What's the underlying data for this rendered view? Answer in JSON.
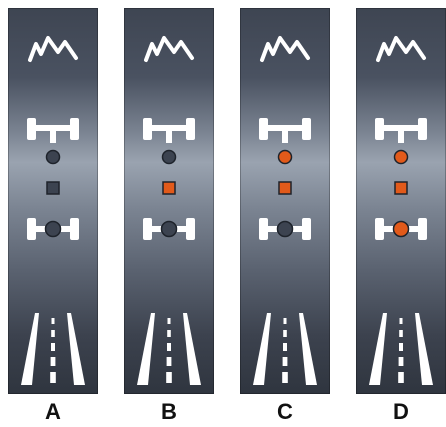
{
  "colors": {
    "led_off": "#3c4350",
    "led_on": "#e25a1a",
    "glyph": "#ffffff"
  },
  "panels": [
    {
      "label": "A",
      "front_led": false,
      "center_led": false,
      "rear_led": false
    },
    {
      "label": "B",
      "front_led": false,
      "center_led": true,
      "rear_led": false
    },
    {
      "label": "C",
      "front_led": true,
      "center_led": true,
      "rear_led": false
    },
    {
      "label": "D",
      "front_led": true,
      "center_led": true,
      "rear_led": true
    }
  ]
}
